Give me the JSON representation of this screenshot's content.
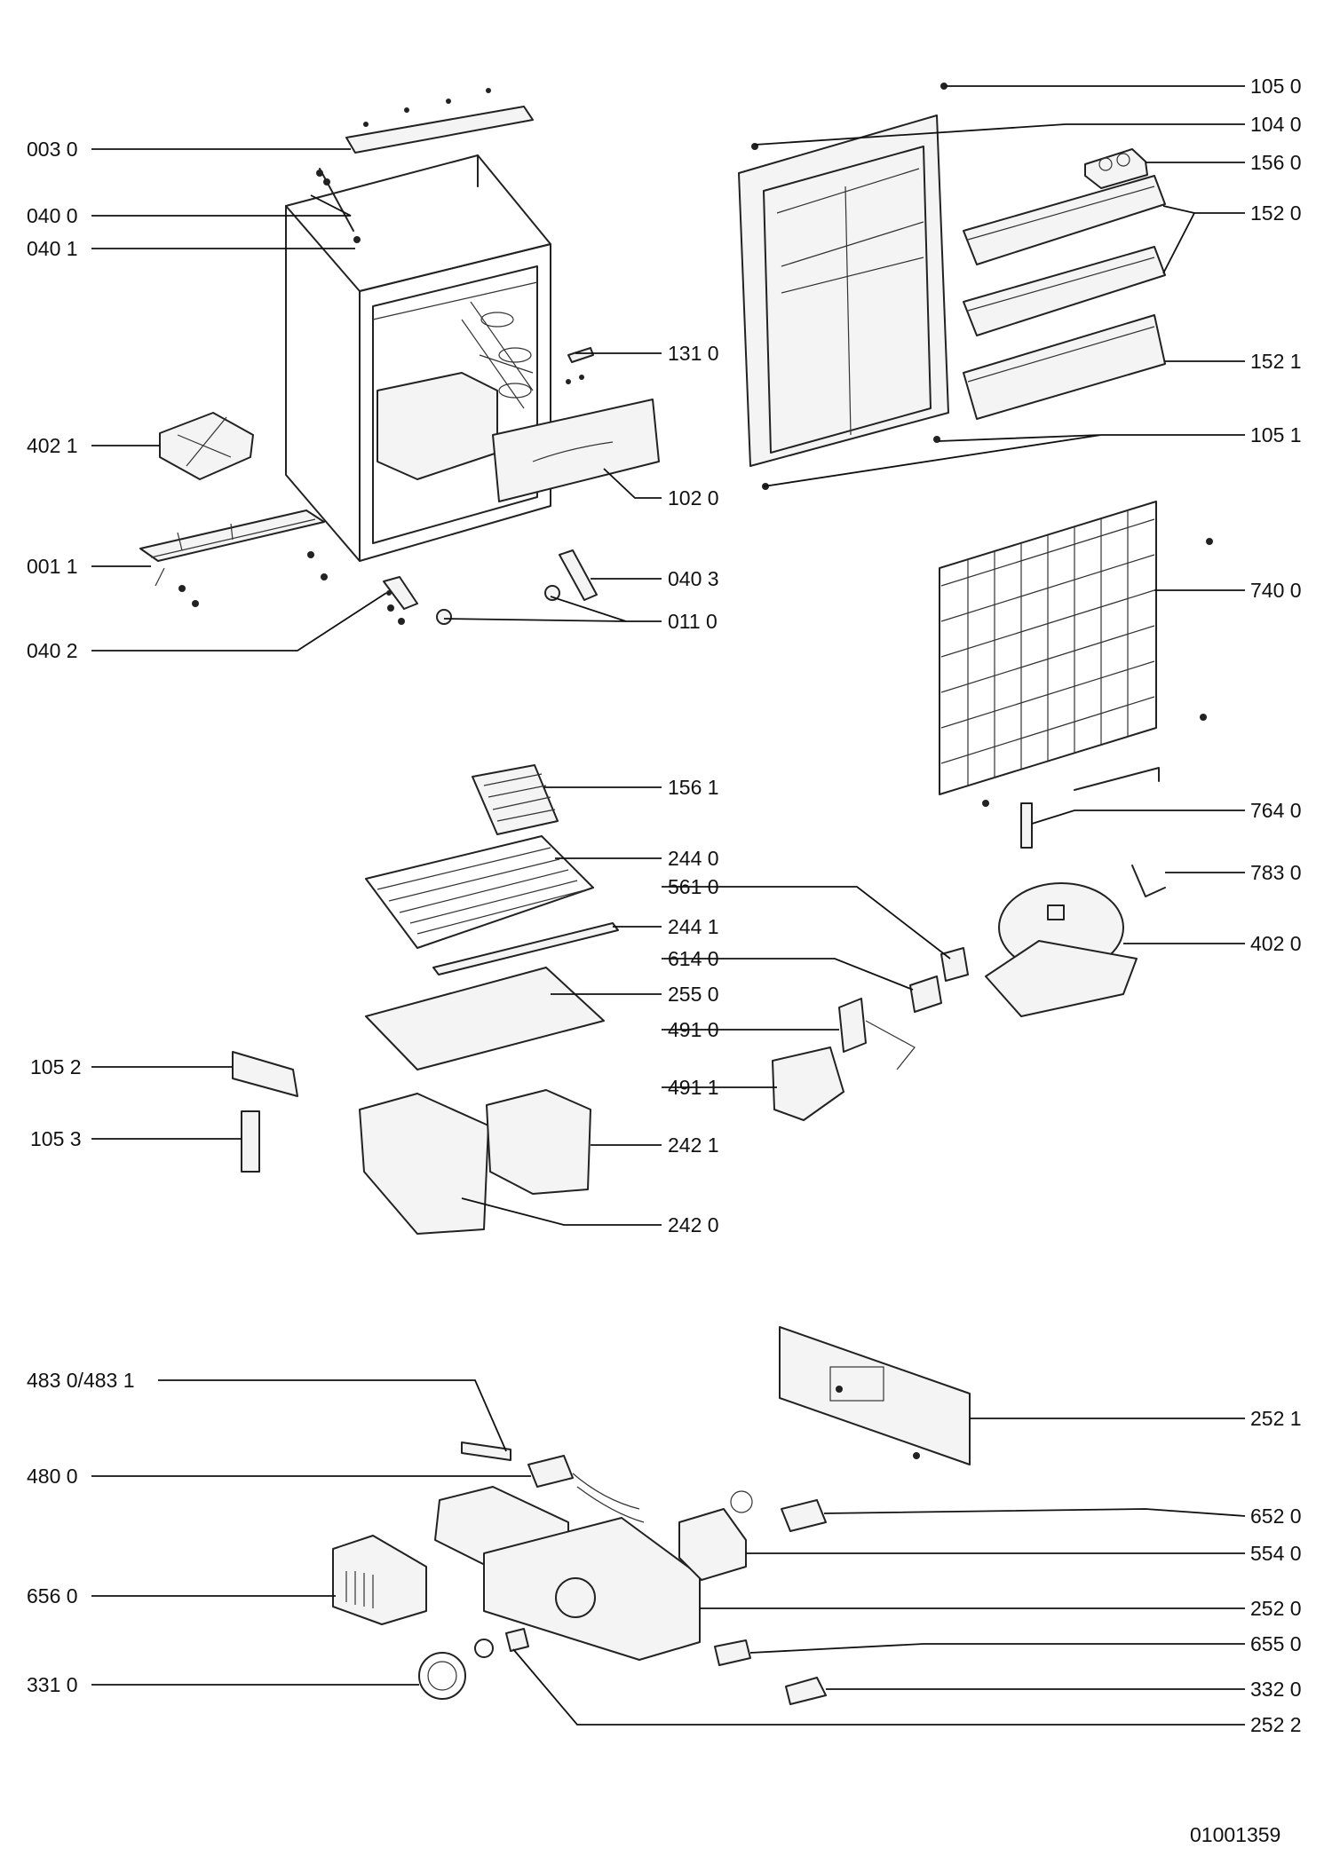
{
  "diagram_id": "01001359",
  "labels": {
    "p0030": "003 0",
    "p0400": "040 0",
    "p0401": "040 1",
    "p4021": "402 1",
    "p0011": "001 1",
    "p0402": "040 2",
    "p1310": "131 0",
    "p1020": "102 0",
    "p0403": "040 3",
    "p0110": "011 0",
    "p1050": "105 0",
    "p1040": "104 0",
    "p1560": "156 0",
    "p1520": "152 0",
    "p1521": "152 1",
    "p1051": "105 1",
    "p7400": "740 0",
    "p1561": "156 1",
    "p2440": "244 0",
    "p5610": "561 0",
    "p2441": "244 1",
    "p6140": "614 0",
    "p2550": "255 0",
    "p4910": "491 0",
    "p4911": "491 1",
    "p1052": "105 2",
    "p1053": "105 3",
    "p2421": "242 1",
    "p2420": "242 0",
    "p7640": "764 0",
    "p7830": "783 0",
    "p4020": "402 0",
    "p4830": "483 0/483 1",
    "p4800": "480 0",
    "p6560": "656 0",
    "p3310": "331 0",
    "p2521": "252 1",
    "p6520": "652 0",
    "p5540": "554 0",
    "p2520": "252 0",
    "p6550": "655 0",
    "p3320": "332 0",
    "p2522": "252 2"
  }
}
